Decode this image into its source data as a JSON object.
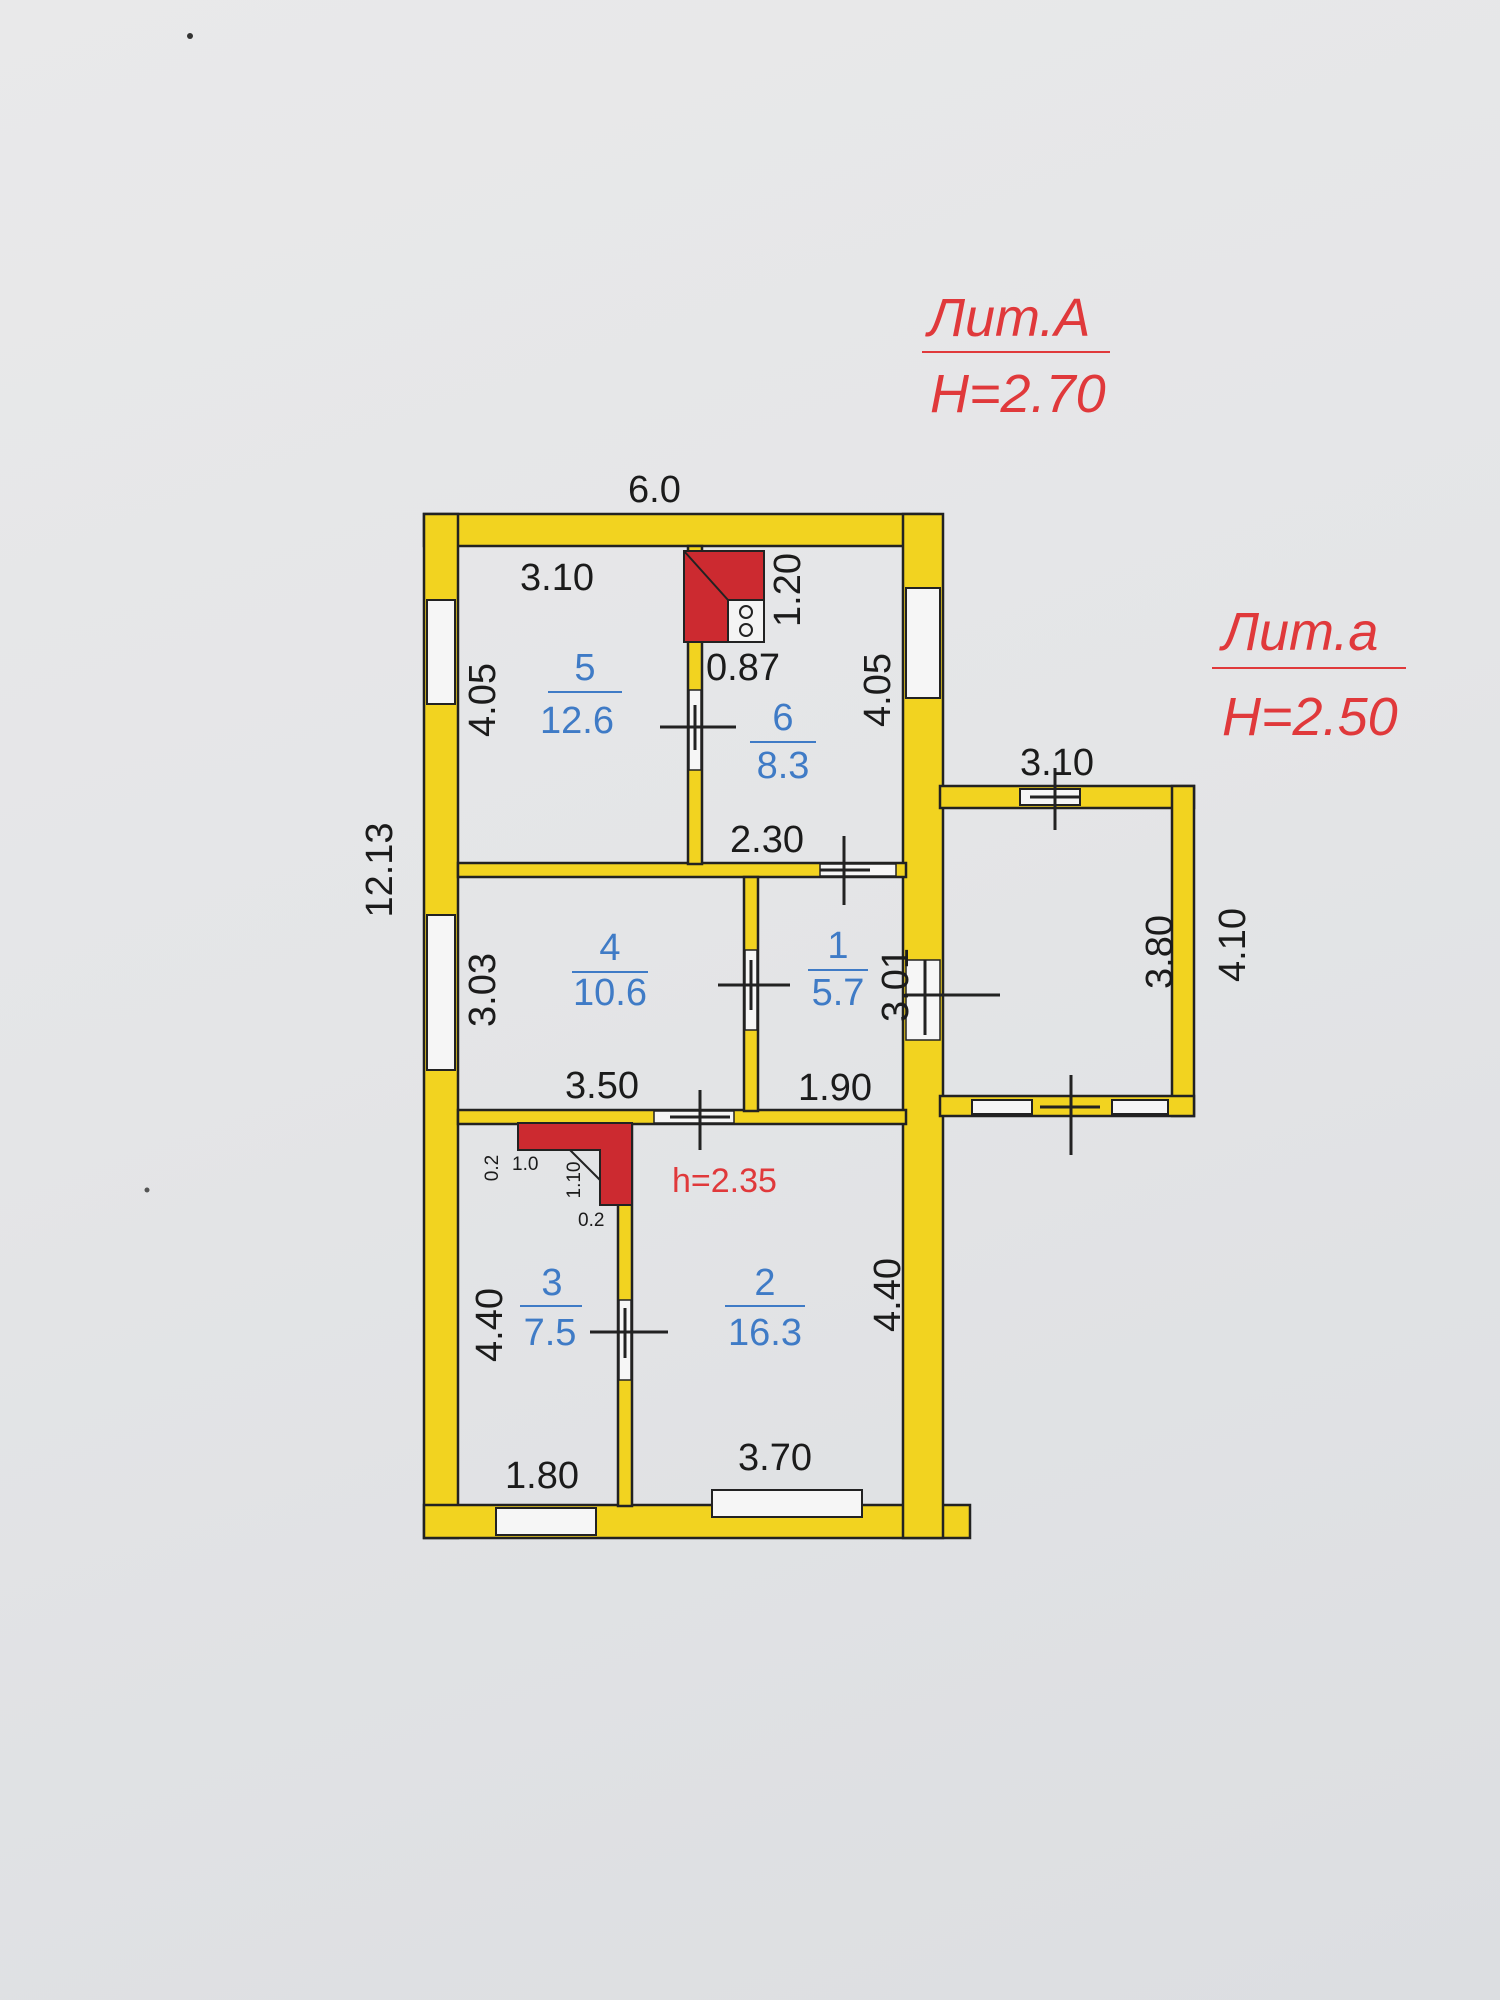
{
  "labels": {
    "lit_A": "Лит.А",
    "H_A": "H=2.70",
    "lit_a": "Лит.а",
    "H_a": "H=2.50",
    "h_inner": "h=2.35"
  },
  "rooms": {
    "r1": {
      "num": "1",
      "area": "5.7"
    },
    "r2": {
      "num": "2",
      "area": "16.3"
    },
    "r3": {
      "num": "3",
      "area": "7.5"
    },
    "r4": {
      "num": "4",
      "area": "10.6"
    },
    "r5": {
      "num": "5",
      "area": "12.6"
    },
    "r6": {
      "num": "6",
      "area": "8.3"
    }
  },
  "dims": {
    "top_total": "6.0",
    "left_total": "12.13",
    "r5_w": "3.10",
    "r5_h": "4.05",
    "r6_h": "4.05",
    "r6_stove_h": "1.20",
    "r6_stove_w": "0.87",
    "r6_bottom": "2.30",
    "r4_h": "3.03",
    "r4_w": "3.50",
    "r1_h": "3.01",
    "r1_w": "1.90",
    "r3_h": "4.40",
    "r3_w": "1.80",
    "r2_h": "4.40",
    "r2_w": "3.70",
    "ext_w": "3.10",
    "ext_inner_h": "3.80",
    "ext_outer_h": "4.10",
    "stove2_a": "0.2",
    "stove2_b": "1.0",
    "stove2_c": "1.10",
    "stove2_d": "0.2"
  },
  "colors": {
    "wall": "#f2d320",
    "stove": "#cc2a30",
    "room_label": "#3f7bc6",
    "red_label": "#e0393b"
  }
}
